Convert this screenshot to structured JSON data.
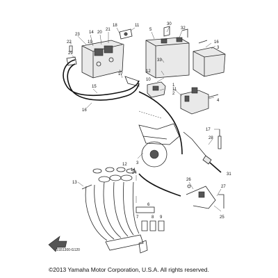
{
  "drawing_code": "1S51300-G120",
  "copyright": "©2013 Yamaha Motor Corporation, U.S.A. All rights reserved.",
  "callouts": {
    "c1": "1",
    "c2": "2",
    "c3": "3",
    "c4": "4",
    "c5": "5",
    "c6": "6",
    "c7": "7",
    "c8": "8",
    "c9": "9",
    "c10": "10",
    "c11": "11",
    "c12": "12",
    "c13": "13",
    "c14": "14",
    "c15": "15",
    "c16": "16",
    "c17": "17",
    "c18": "18",
    "c19": "19",
    "c20": "20",
    "c21": "21",
    "c22": "22",
    "c23": "23",
    "c24": "24",
    "c25": "25",
    "c26": "26",
    "c27": "27",
    "c28": "28",
    "c29": "29",
    "c30": "30",
    "c31": "31",
    "c32": "32",
    "c33": "33"
  }
}
